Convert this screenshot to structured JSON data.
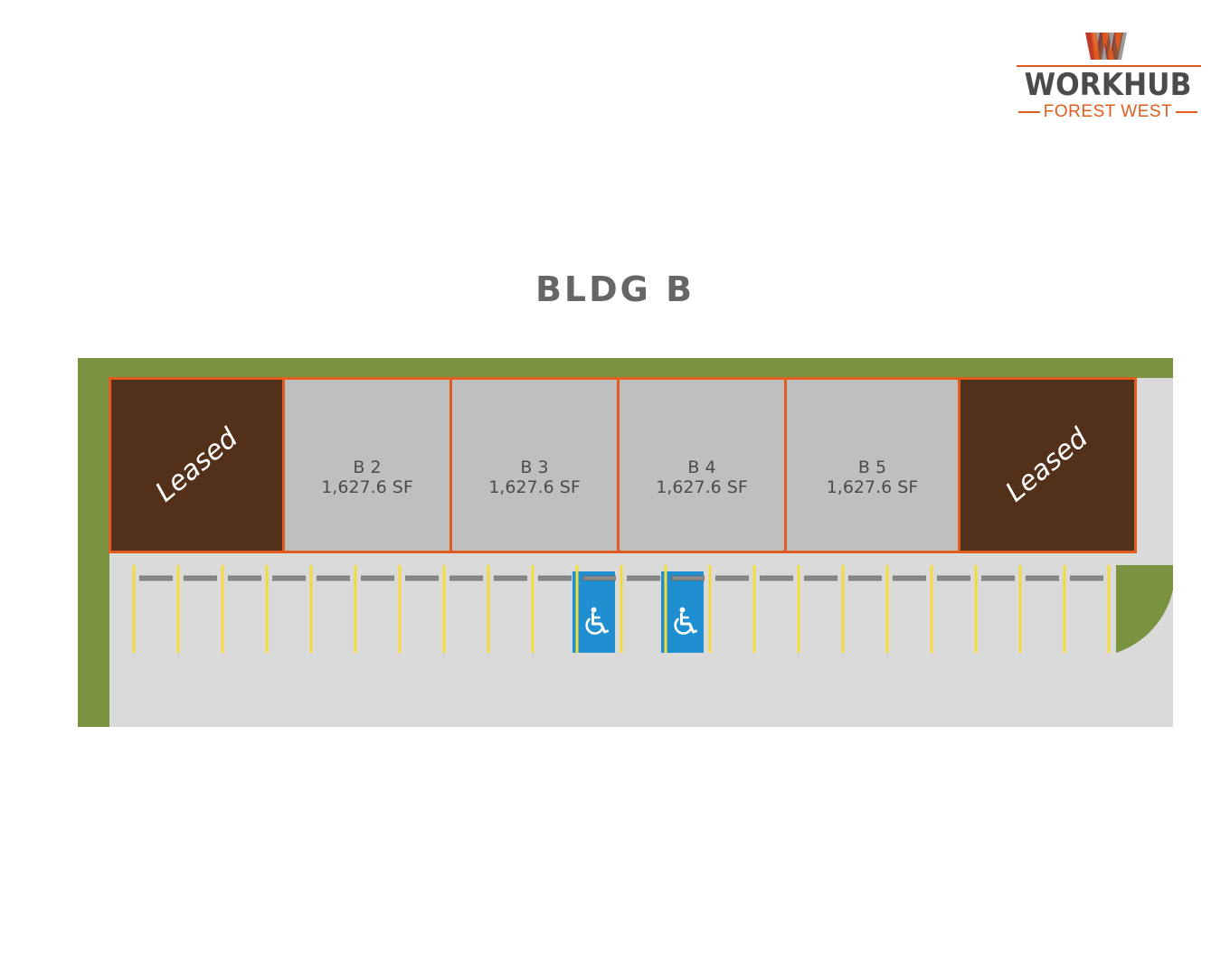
{
  "logo": {
    "wordmark": "WORKHUB",
    "subtitle": "FOREST WEST",
    "colors": {
      "primary": "#4b4b4d",
      "accent": "#e05c1f",
      "mark_red": "#c0392b"
    }
  },
  "title": "BLDG B",
  "units": [
    {
      "name": "unit-b1",
      "status": "leased",
      "label": "Leased"
    },
    {
      "name": "unit-b2",
      "status": "available",
      "id": "B 2",
      "area": "1,627.6 SF"
    },
    {
      "name": "unit-b3",
      "status": "available",
      "id": "B 3",
      "area": "1,627.6 SF"
    },
    {
      "name": "unit-b4",
      "status": "available",
      "id": "B 4",
      "area": "1,627.6 SF"
    },
    {
      "name": "unit-b5",
      "status": "available",
      "id": "B 5",
      "area": "1,627.6 SF"
    },
    {
      "name": "unit-b6",
      "status": "leased",
      "label": "Leased"
    }
  ],
  "parking": {
    "accessible_icon": "wheelchair-icon",
    "accessible_spots": [
      10,
      12
    ],
    "colors": {
      "stripe": "#f2dc3a",
      "accessible": "#1f8fd1",
      "stop": "#8a8a8a"
    }
  },
  "colors": {
    "landscape": "#7a9340",
    "paving": "#dadada",
    "unit_available": "#bfbfbf",
    "unit_leased": "#52301a",
    "unit_border": "#e05c1f"
  }
}
